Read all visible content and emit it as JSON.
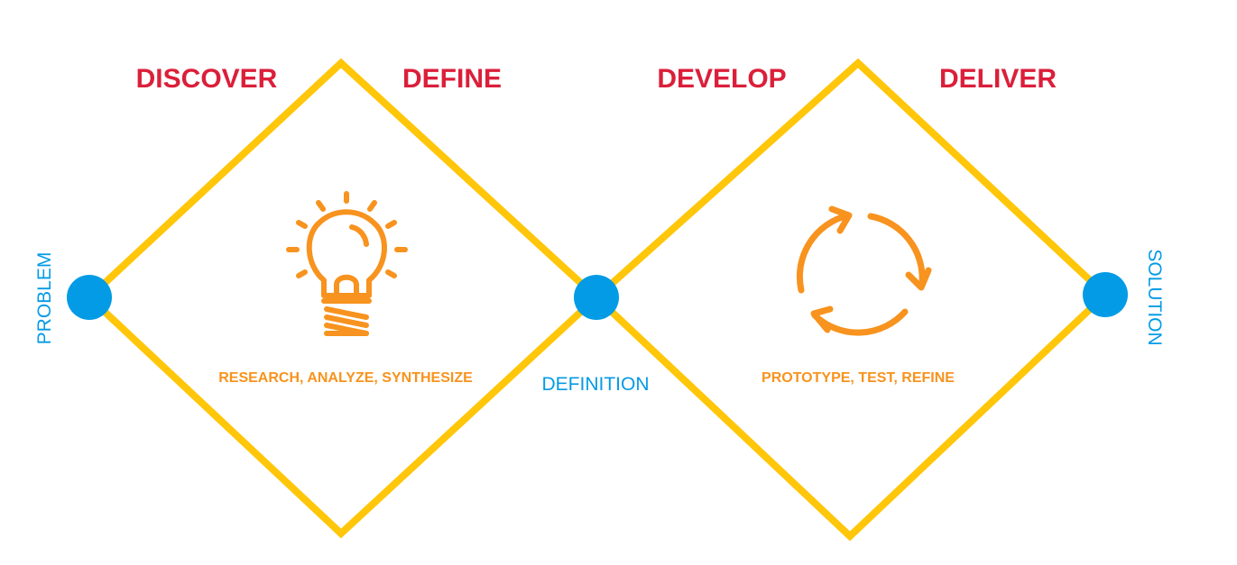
{
  "phases": [
    {
      "label": "DISCOVER"
    },
    {
      "label": "DEFINE"
    },
    {
      "label": "DEVELOP"
    },
    {
      "label": "DELIVER"
    }
  ],
  "milestones": {
    "problem": "PROBLEM",
    "definition": "DEFINITION",
    "solution": "SOLUTION"
  },
  "activities": {
    "first_diamond": "RESEARCH, ANALYZE, SYNTHESIZE",
    "second_diamond": "PROTOTYPE, TEST, REFINE"
  },
  "icons": {
    "first_diamond": "lightbulb-icon",
    "second_diamond": "cycle-arrows-icon"
  },
  "colors": {
    "diamond_stroke": "#FFC60A",
    "phase_text": "#DB1F3A",
    "activity_text": "#F7931E",
    "icon": "#F7931E",
    "milestone": "#039BE5"
  }
}
